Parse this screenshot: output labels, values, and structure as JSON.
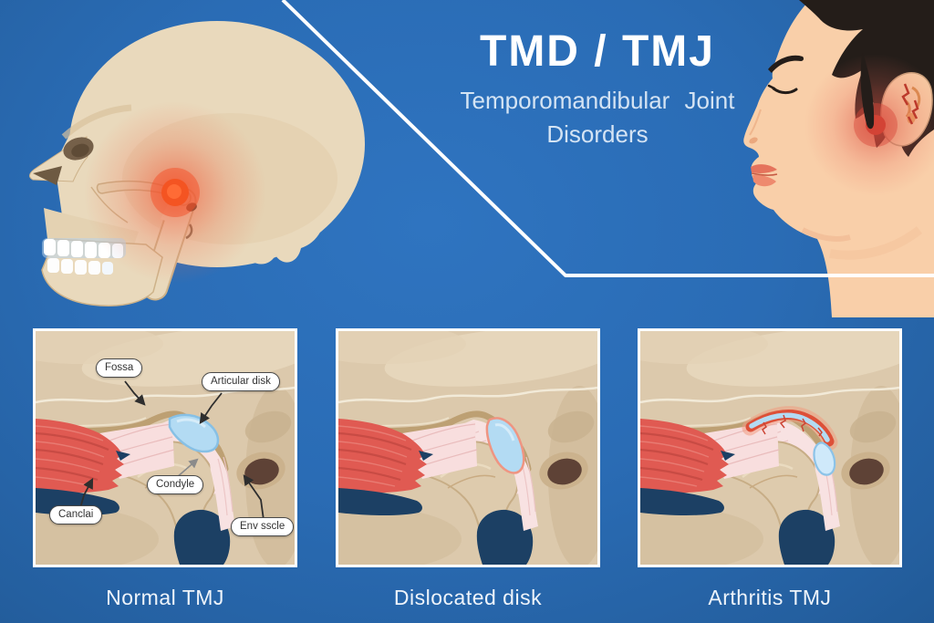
{
  "header": {
    "title": "TMD / TMJ",
    "subtitle_line1": "Temporomandibular Joint",
    "subtitle_line2": "Disorders"
  },
  "panels": [
    {
      "caption": "Normal TMJ",
      "labels": {
        "fossa": "Fossa",
        "articular_disk": "Articular disk",
        "condyle": "Condyle",
        "canclai": "Canclai",
        "env_sscle": "Env sscle"
      }
    },
    {
      "caption": "Dislocated disk",
      "labels": {}
    },
    {
      "caption": "Arthritis TMJ",
      "labels": {}
    }
  ],
  "colors": {
    "background_blue": "#2a6cb5",
    "pain_red": "#f0512c",
    "bone_beige": "#e9d9bc",
    "panel_beige": "#dcc9ac",
    "disk_blue": "#b3dbf3",
    "muscle_red": "#e05a52",
    "deep_navy": "#1c4064",
    "skin_tone": "#f9cfa9",
    "hair_dark": "#241d19",
    "inflamed_red": "#dd5038",
    "frame_white": "#ffffff"
  }
}
